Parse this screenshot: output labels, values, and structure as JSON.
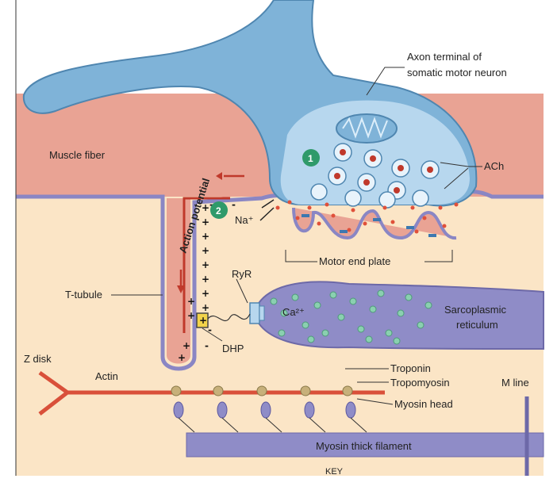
{
  "labels": {
    "axon_terminal_line1": "Axon terminal of",
    "axon_terminal_line2": "somatic motor neuron",
    "muscle_fiber": "Muscle fiber",
    "ach": "ACh",
    "action_potential": "Action potential",
    "na_ion": "Na⁺",
    "motor_end_plate": "Motor end plate",
    "t_tubule": "T-tubule",
    "ryr": "RyR",
    "ca_ion": "Ca²⁺",
    "sr_line1": "Sarcoplasmic",
    "sr_line2": "reticulum",
    "dhp": "DHP",
    "z_disk": "Z disk",
    "actin": "Actin",
    "troponin": "Troponin",
    "tropomyosin": "Tropomyosin",
    "m_line": "M line",
    "myosin_head": "Myosin head",
    "myosin_thick_filament": "Myosin thick filament",
    "key": "KEY"
  },
  "steps": {
    "step1": "1",
    "step2": "2"
  },
  "colors": {
    "muscle_pink": "#e9a394",
    "cytoplasm": "#fbe5c6",
    "neuron_blue": "#7fb3d8",
    "neuron_light": "#b7d7ee",
    "membrane_purple": "#8a86c4",
    "sr_purple": "#8f8cc7",
    "step_green": "#2f9a6a",
    "actin_red": "#d9503a",
    "dot_red": "#e0503a"
  },
  "icons": [
    "axon-terminal-shape",
    "synaptic-vesicle",
    "mitochondrion",
    "dhp-receptor",
    "ryr-channel",
    "action-potential-arrow"
  ]
}
